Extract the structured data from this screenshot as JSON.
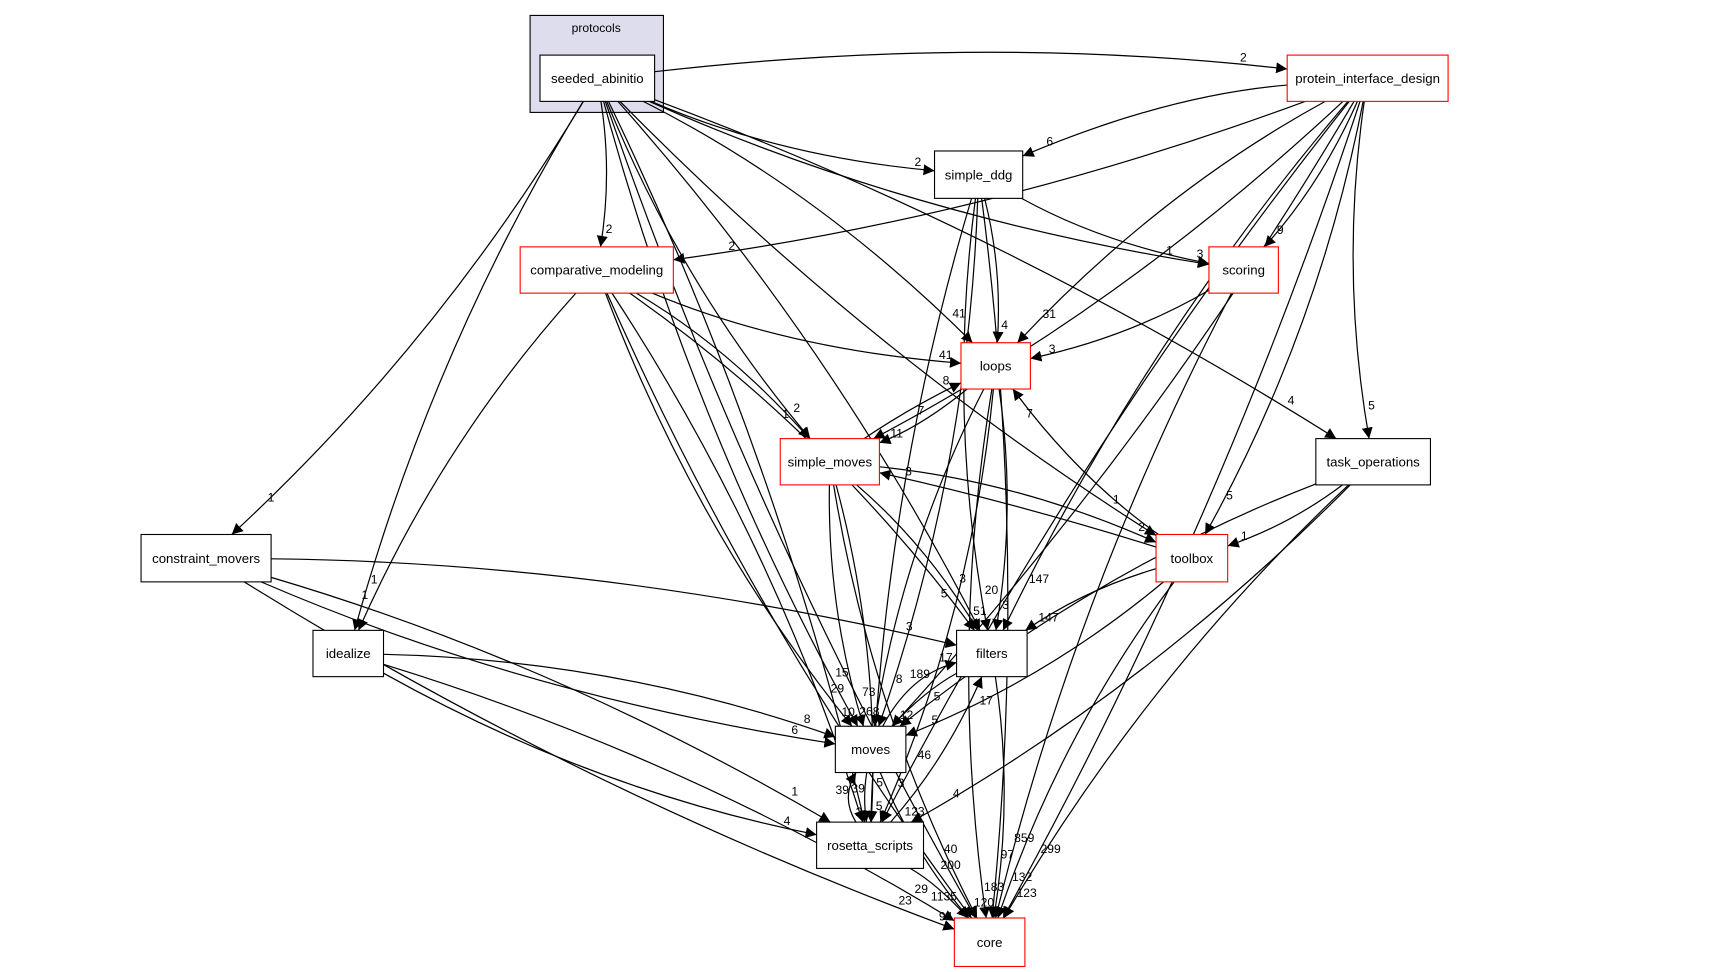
{
  "cluster": {
    "label": "protocols",
    "fill": "#ddddee"
  },
  "colors": {
    "highlight_border": "#ff0000",
    "normal_border": "#000000"
  },
  "nodes": [
    {
      "id": "seeded_abinitio",
      "label": "seeded_abinitio",
      "highlighted": false
    },
    {
      "id": "protein_interface_design",
      "label": "protein_interface_design",
      "highlighted": true
    },
    {
      "id": "simple_ddg",
      "label": "simple_ddg",
      "highlighted": false
    },
    {
      "id": "comparative_modeling",
      "label": "comparative_modeling",
      "highlighted": true
    },
    {
      "id": "scoring",
      "label": "scoring",
      "highlighted": true
    },
    {
      "id": "loops",
      "label": "loops",
      "highlighted": true
    },
    {
      "id": "simple_moves",
      "label": "simple_moves",
      "highlighted": true
    },
    {
      "id": "task_operations",
      "label": "task_operations",
      "highlighted": false
    },
    {
      "id": "constraint_movers",
      "label": "constraint_movers",
      "highlighted": false
    },
    {
      "id": "toolbox",
      "label": "toolbox",
      "highlighted": true
    },
    {
      "id": "idealize",
      "label": "idealize",
      "highlighted": false
    },
    {
      "id": "filters",
      "label": "filters",
      "highlighted": false
    },
    {
      "id": "moves",
      "label": "moves",
      "highlighted": false
    },
    {
      "id": "rosetta_scripts",
      "label": "rosetta_scripts",
      "highlighted": false
    },
    {
      "id": "core",
      "label": "core",
      "highlighted": true
    }
  ],
  "edges": [
    {
      "from": "seeded_abinitio",
      "to": "protein_interface_design",
      "label": "2"
    },
    {
      "from": "seeded_abinitio",
      "to": "simple_ddg",
      "label": "2"
    },
    {
      "from": "seeded_abinitio",
      "to": "comparative_modeling",
      "label": "2"
    },
    {
      "from": "seeded_abinitio",
      "to": "scoring",
      "label": "1"
    },
    {
      "from": "seeded_abinitio",
      "to": "loops",
      "label": "41"
    },
    {
      "from": "seeded_abinitio",
      "to": "simple_moves",
      "label": "2"
    },
    {
      "from": "seeded_abinitio",
      "to": "task_operations",
      "label": "4"
    },
    {
      "from": "seeded_abinitio",
      "to": "toolbox",
      "label": "1"
    },
    {
      "from": "seeded_abinitio",
      "to": "constraint_movers",
      "label": "1"
    },
    {
      "from": "seeded_abinitio",
      "to": "idealize",
      "label": "1"
    },
    {
      "from": "seeded_abinitio",
      "to": "filters",
      "label": "3"
    },
    {
      "from": "seeded_abinitio",
      "to": "moves",
      "label": "15"
    },
    {
      "from": "seeded_abinitio",
      "to": "rosetta_scripts",
      "label": "10"
    },
    {
      "from": "seeded_abinitio",
      "to": "core",
      "label": "40"
    },
    {
      "from": "protein_interface_design",
      "to": "comparative_modeling",
      "label": "2"
    },
    {
      "from": "protein_interface_design",
      "to": "simple_ddg",
      "label": "6"
    },
    {
      "from": "protein_interface_design",
      "to": "scoring",
      "label": "9"
    },
    {
      "from": "protein_interface_design",
      "to": "loops",
      "label": "31"
    },
    {
      "from": "protein_interface_design",
      "to": "simple_moves",
      "label": "7"
    },
    {
      "from": "protein_interface_design",
      "to": "task_operations",
      "label": "5"
    },
    {
      "from": "protein_interface_design",
      "to": "toolbox",
      "label": "5"
    },
    {
      "from": "protein_interface_design",
      "to": "filters",
      "label": "147"
    },
    {
      "from": "protein_interface_design",
      "to": "moves",
      "label": "189"
    },
    {
      "from": "protein_interface_design",
      "to": "rosetta_scripts",
      "label": "46"
    },
    {
      "from": "protein_interface_design",
      "to": "core",
      "label": "299"
    },
    {
      "from": "simple_ddg",
      "to": "scoring",
      "label": "3"
    },
    {
      "from": "simple_ddg",
      "to": "loops",
      "label": "4"
    },
    {
      "from": "simple_ddg",
      "to": "filters",
      "label": "20"
    },
    {
      "from": "simple_ddg",
      "to": "moves",
      "label": "8"
    },
    {
      "from": "simple_ddg",
      "to": "rosetta_scripts",
      "label": "5"
    },
    {
      "from": "simple_ddg",
      "to": "core",
      "label": "97"
    },
    {
      "from": "comparative_modeling",
      "to": "loops",
      "label": "41"
    },
    {
      "from": "comparative_modeling",
      "to": "simple_moves",
      "label": "1"
    },
    {
      "from": "comparative_modeling",
      "to": "idealize",
      "label": "1"
    },
    {
      "from": "comparative_modeling",
      "to": "filters",
      "label": "5"
    },
    {
      "from": "comparative_modeling",
      "to": "moves",
      "label": "29"
    },
    {
      "from": "comparative_modeling",
      "to": "rosetta_scripts",
      "label": "39"
    },
    {
      "from": "comparative_modeling",
      "to": "core",
      "label": "200"
    },
    {
      "from": "scoring",
      "to": "loops",
      "label": "3"
    },
    {
      "from": "scoring",
      "to": "core",
      "label": "132"
    },
    {
      "from": "loops",
      "to": "simple_moves",
      "label": "11"
    },
    {
      "from": "simple_moves",
      "to": "loops",
      "label": "8"
    },
    {
      "from": "loops",
      "to": "filters",
      "label": "3"
    },
    {
      "from": "loops",
      "to": "moves",
      "label": "73"
    },
    {
      "from": "loops",
      "to": "rosetta_scripts",
      "label": "3"
    },
    {
      "from": "loops",
      "to": "core",
      "label": "183"
    },
    {
      "from": "simple_moves",
      "to": "toolbox",
      "label": "2"
    },
    {
      "from": "toolbox",
      "to": "simple_moves",
      "label": "3"
    },
    {
      "from": "simple_moves",
      "to": "filters",
      "label": "51"
    },
    {
      "from": "simple_moves",
      "to": "moves",
      "label": "268"
    },
    {
      "from": "simple_moves",
      "to": "rosetta_scripts",
      "label": "5"
    },
    {
      "from": "simple_moves",
      "to": "core",
      "label": "1135"
    },
    {
      "from": "task_operations",
      "to": "toolbox",
      "label": "1"
    },
    {
      "from": "task_operations",
      "to": "moves",
      "label": "5"
    },
    {
      "from": "task_operations",
      "to": "rosetta_scripts",
      "label": "4"
    },
    {
      "from": "task_operations",
      "to": "core",
      "label": "123"
    },
    {
      "from": "toolbox",
      "to": "loops",
      "label": "7"
    },
    {
      "from": "toolbox",
      "to": "filters",
      "label": "147"
    },
    {
      "from": "toolbox",
      "to": "moves",
      "label": "5"
    },
    {
      "from": "toolbox",
      "to": "core",
      "label": "859"
    },
    {
      "from": "constraint_movers",
      "to": "filters",
      "label": "3"
    },
    {
      "from": "constraint_movers",
      "to": "moves",
      "label": "6"
    },
    {
      "from": "constraint_movers",
      "to": "rosetta_scripts",
      "label": "1"
    },
    {
      "from": "constraint_movers",
      "to": "core",
      "label": "23"
    },
    {
      "from": "idealize",
      "to": "moves",
      "label": "8"
    },
    {
      "from": "idealize",
      "to": "rosetta_scripts",
      "label": "4"
    },
    {
      "from": "idealize",
      "to": "core",
      "label": "29"
    },
    {
      "from": "filters",
      "to": "moves",
      "label": "12"
    },
    {
      "from": "moves",
      "to": "filters",
      "label": "17"
    },
    {
      "from": "rosetta_scripts",
      "to": "filters",
      "label": "17"
    },
    {
      "from": "filters",
      "to": "core",
      "label": "120"
    },
    {
      "from": "moves",
      "to": "rosetta_scripts",
      "label": "2"
    },
    {
      "from": "rosetta_scripts",
      "to": "moves",
      "label": "39"
    },
    {
      "from": "moves",
      "to": "core",
      "label": "123"
    },
    {
      "from": "rosetta_scripts",
      "to": "core",
      "label": "94"
    }
  ]
}
